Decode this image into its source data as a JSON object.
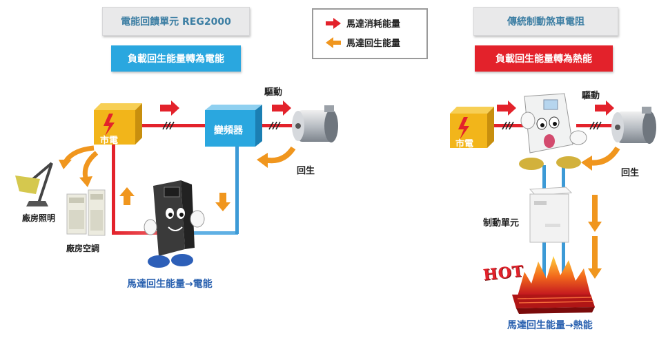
{
  "left": {
    "title": "電能回饋單元 REG2000",
    "subtitle": "負載回生能量轉為電能",
    "grid_label": "市電",
    "inverter_label": "變頻器",
    "drive_label": "驅動",
    "regen_label": "回生",
    "lighting_label": "廠房照明",
    "aircon_label": "廠房空調",
    "caption": "馬達回生能量→電能"
  },
  "legend": {
    "consume": "馬達消耗能量",
    "regen": "馬達回生能量"
  },
  "right": {
    "title": "傳統制動煞車電阻",
    "subtitle": "負載回生能量轉為熱能",
    "grid_label": "市電",
    "drive_label": "驅動",
    "regen_label": "回生",
    "brake_unit_label": "制動單元",
    "hot_label": "HOT",
    "caption": "馬達回生能量→熱能"
  },
  "colors": {
    "red": "#e3222b",
    "orange": "#f0961e",
    "blue": "#27a4dc",
    "caption_blue": "#2b62b0",
    "line_blue": "#3c9ad6",
    "cube": "#f2b51a"
  }
}
